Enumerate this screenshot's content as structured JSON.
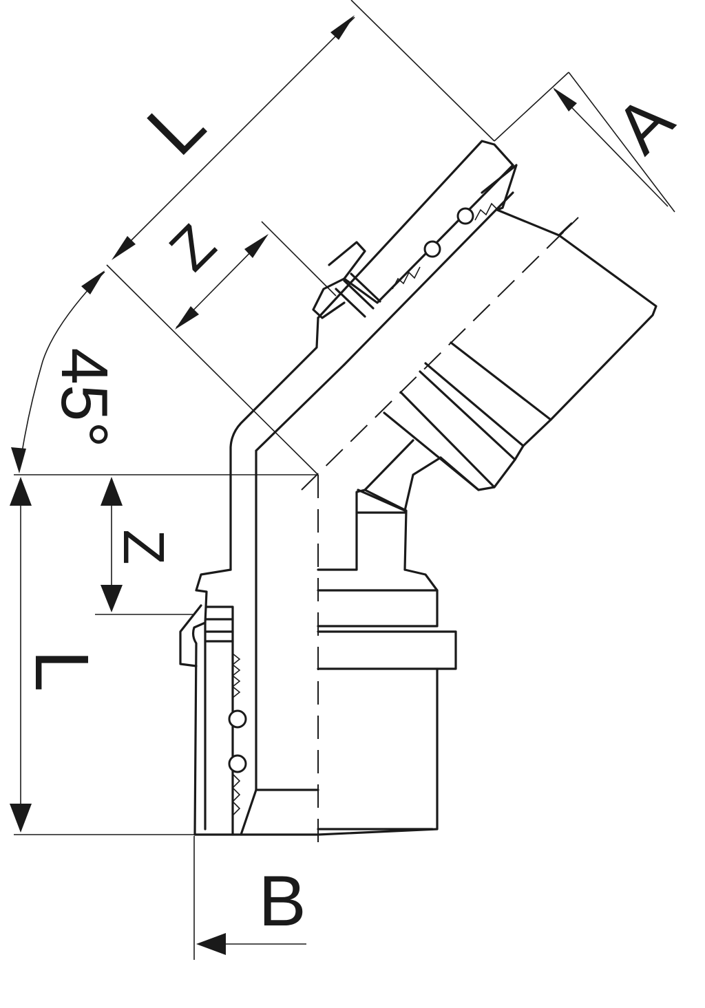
{
  "diagram": {
    "labels": {
      "L_angled": "L",
      "Z_angled": "Z",
      "A": "A",
      "angle": "45°",
      "Z_vertical": "Z",
      "L_vertical": "L",
      "B": "B"
    },
    "colors": {
      "ink": "#1a1a1a",
      "paper": "#ffffff"
    }
  }
}
